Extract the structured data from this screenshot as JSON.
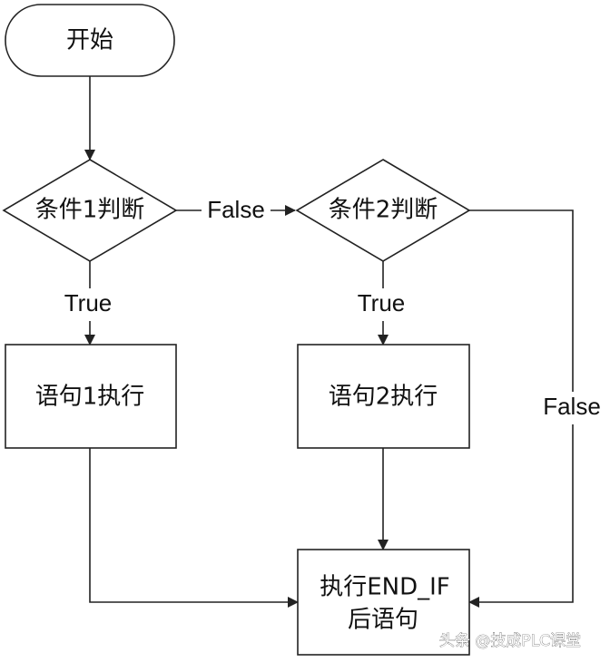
{
  "nodes": {
    "start": "开始",
    "condition1": "条件1判断",
    "condition2": "条件2判断",
    "statement1": "语句1执行",
    "statement2": "语句2执行",
    "end_line1": "执行END_IF",
    "end_line2": "后语句"
  },
  "edges": {
    "c1_false": "False",
    "c1_true": "True",
    "c2_true": "True",
    "c2_false": "False"
  },
  "watermark": "头条 @技成PLC课堂",
  "colors": {
    "line": "#222222",
    "background": "#ffffff"
  }
}
